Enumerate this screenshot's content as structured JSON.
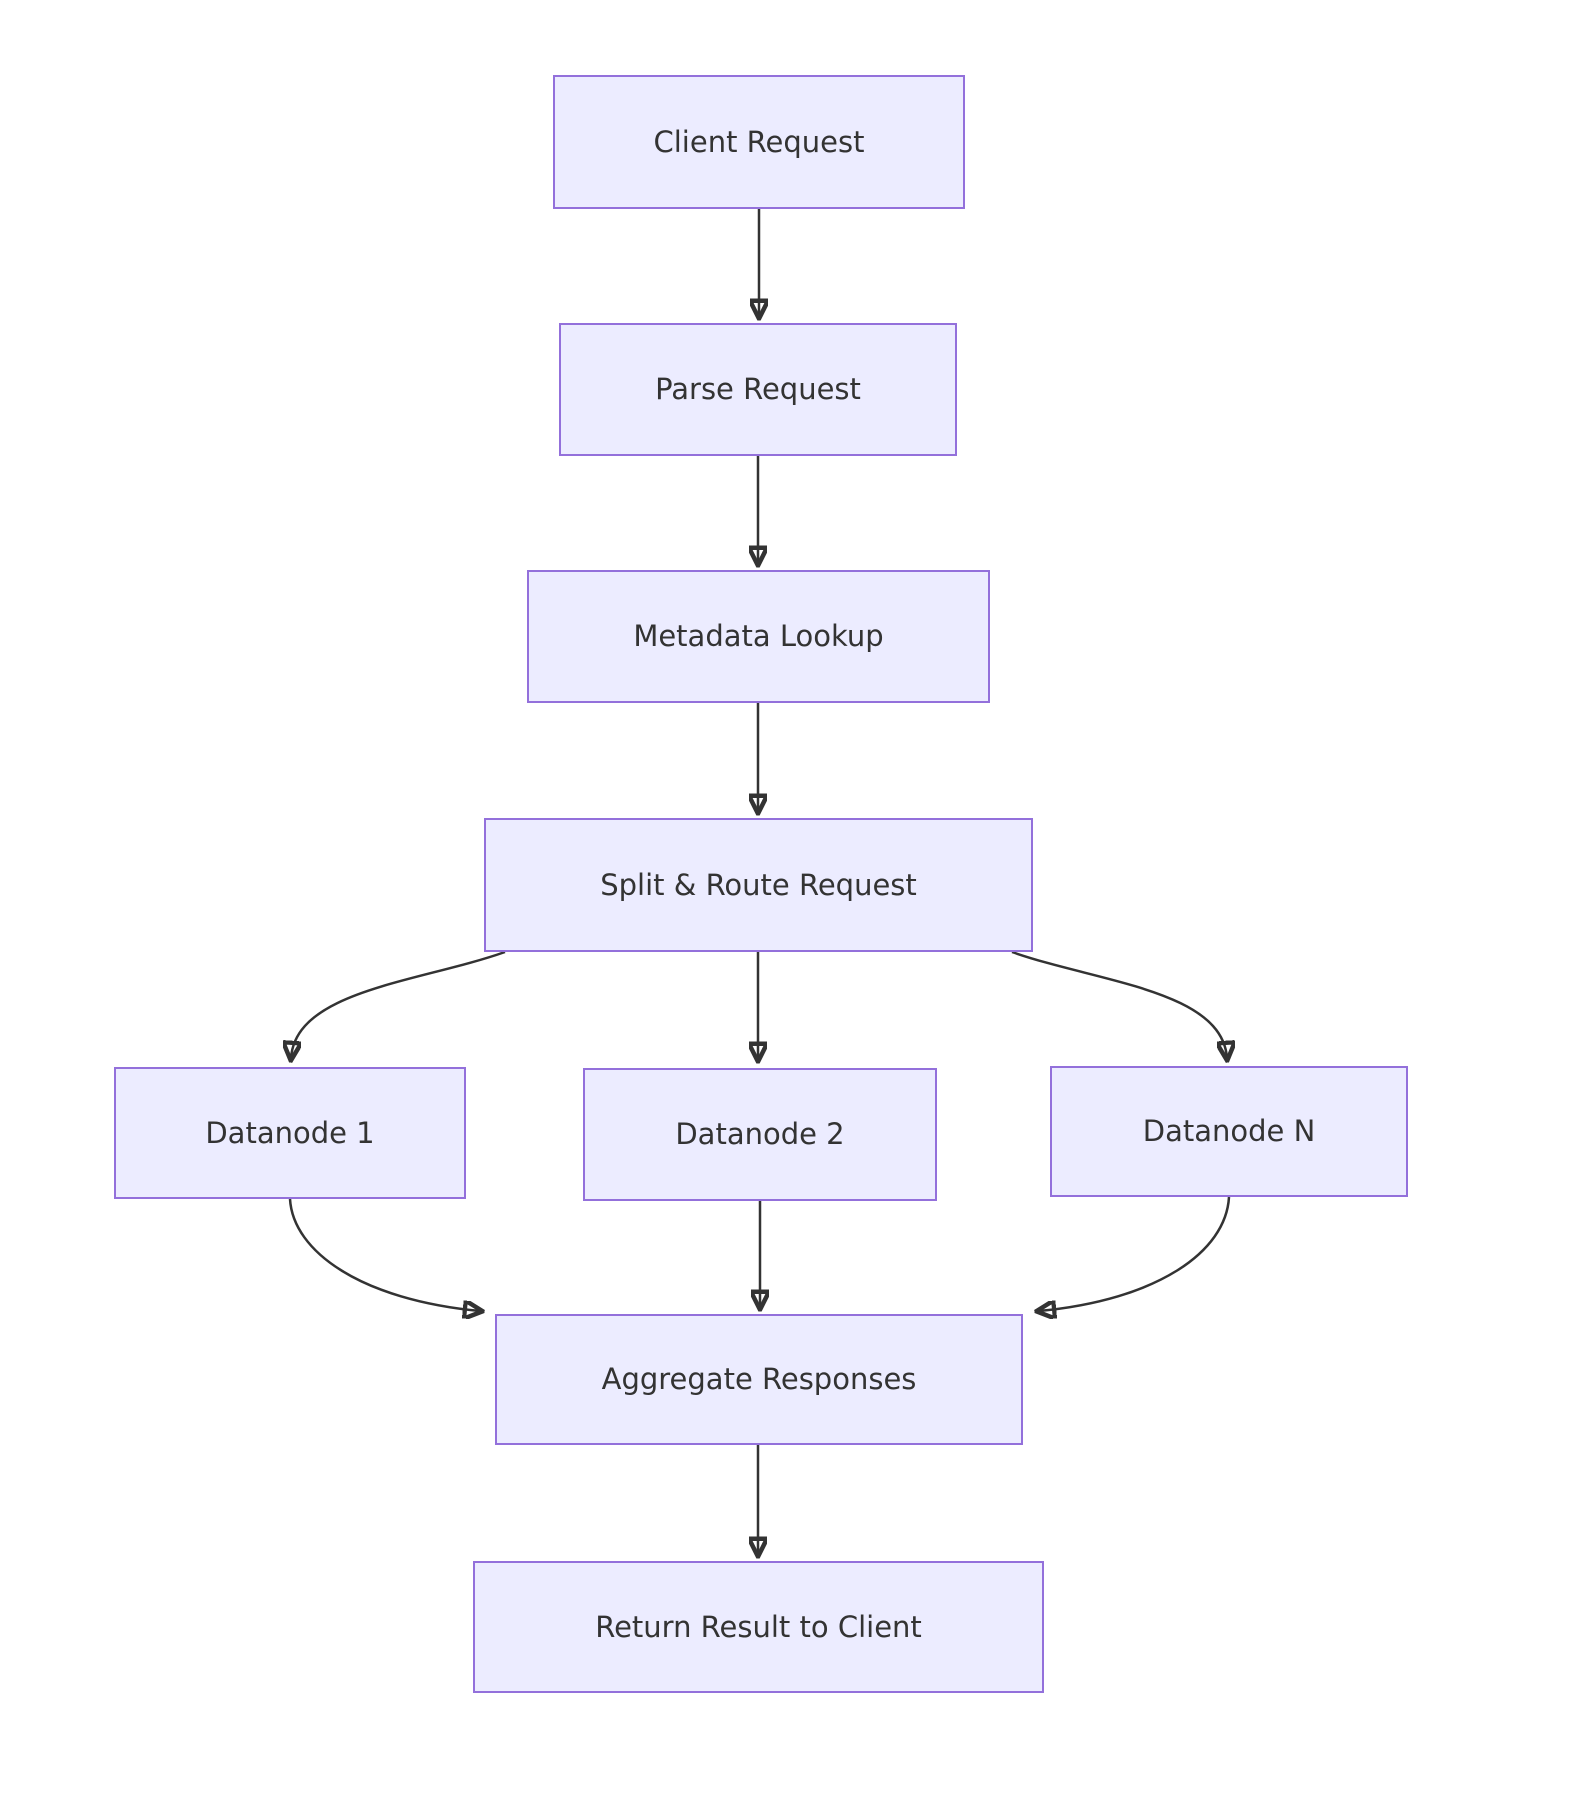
{
  "diagram": {
    "type": "flowchart",
    "direction": "top-down",
    "nodes": {
      "client": {
        "label": "Client Request"
      },
      "parse": {
        "label": "Parse Request"
      },
      "metadata": {
        "label": "Metadata Lookup"
      },
      "split": {
        "label": "Split & Route Request"
      },
      "datanode1": {
        "label": "Datanode 1"
      },
      "datanode2": {
        "label": "Datanode 2"
      },
      "datanodeN": {
        "label": "Datanode N"
      },
      "aggregate": {
        "label": "Aggregate Responses"
      },
      "return": {
        "label": "Return Result to Client"
      }
    },
    "edges": [
      {
        "from": "client",
        "to": "parse"
      },
      {
        "from": "parse",
        "to": "metadata"
      },
      {
        "from": "metadata",
        "to": "split"
      },
      {
        "from": "split",
        "to": "datanode1"
      },
      {
        "from": "split",
        "to": "datanode2"
      },
      {
        "from": "split",
        "to": "datanodeN"
      },
      {
        "from": "datanode1",
        "to": "aggregate"
      },
      {
        "from": "datanode2",
        "to": "aggregate"
      },
      {
        "from": "datanodeN",
        "to": "aggregate"
      },
      {
        "from": "aggregate",
        "to": "return"
      }
    ]
  },
  "colors": {
    "node_fill": "#ECECFF",
    "node_border": "#9370DB",
    "edge": "#333333",
    "text": "#333333",
    "background": "#FFFFFF"
  }
}
